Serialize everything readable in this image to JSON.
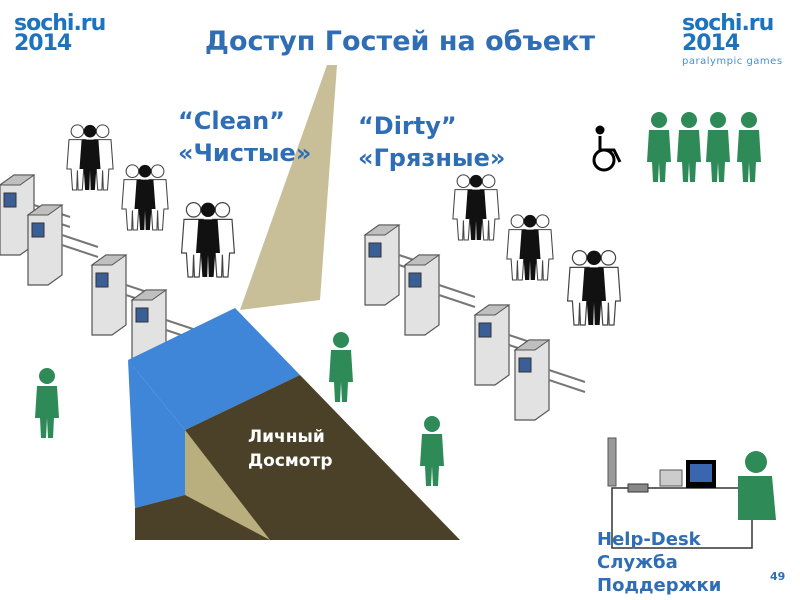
{
  "title": "Доступ Гостей на объект",
  "logo_left": {
    "line1": "sochi.ru",
    "line2": "2014"
  },
  "logo_right": {
    "line1": "sochi.ru",
    "line2": "2014",
    "sub": "paralympic games"
  },
  "clean_label": {
    "line1": "“Clean”",
    "line2": "«Чистые»"
  },
  "dirty_label": {
    "line1": "“Dirty”",
    "line2": "«Грязные»"
  },
  "screening_label": {
    "line1": "Личный",
    "line2": "Досмотр"
  },
  "helpdesk_label": {
    "line1": "Help-Desk",
    "line2": "Служба",
    "line3": "Поддержки"
  },
  "page_number": "49",
  "colors": {
    "accent": "#2f6db5",
    "staff": "#2e8b57",
    "screen_top": "#3f86d8",
    "screen_side": "#4b4128",
    "wall": "#c8bf98"
  }
}
